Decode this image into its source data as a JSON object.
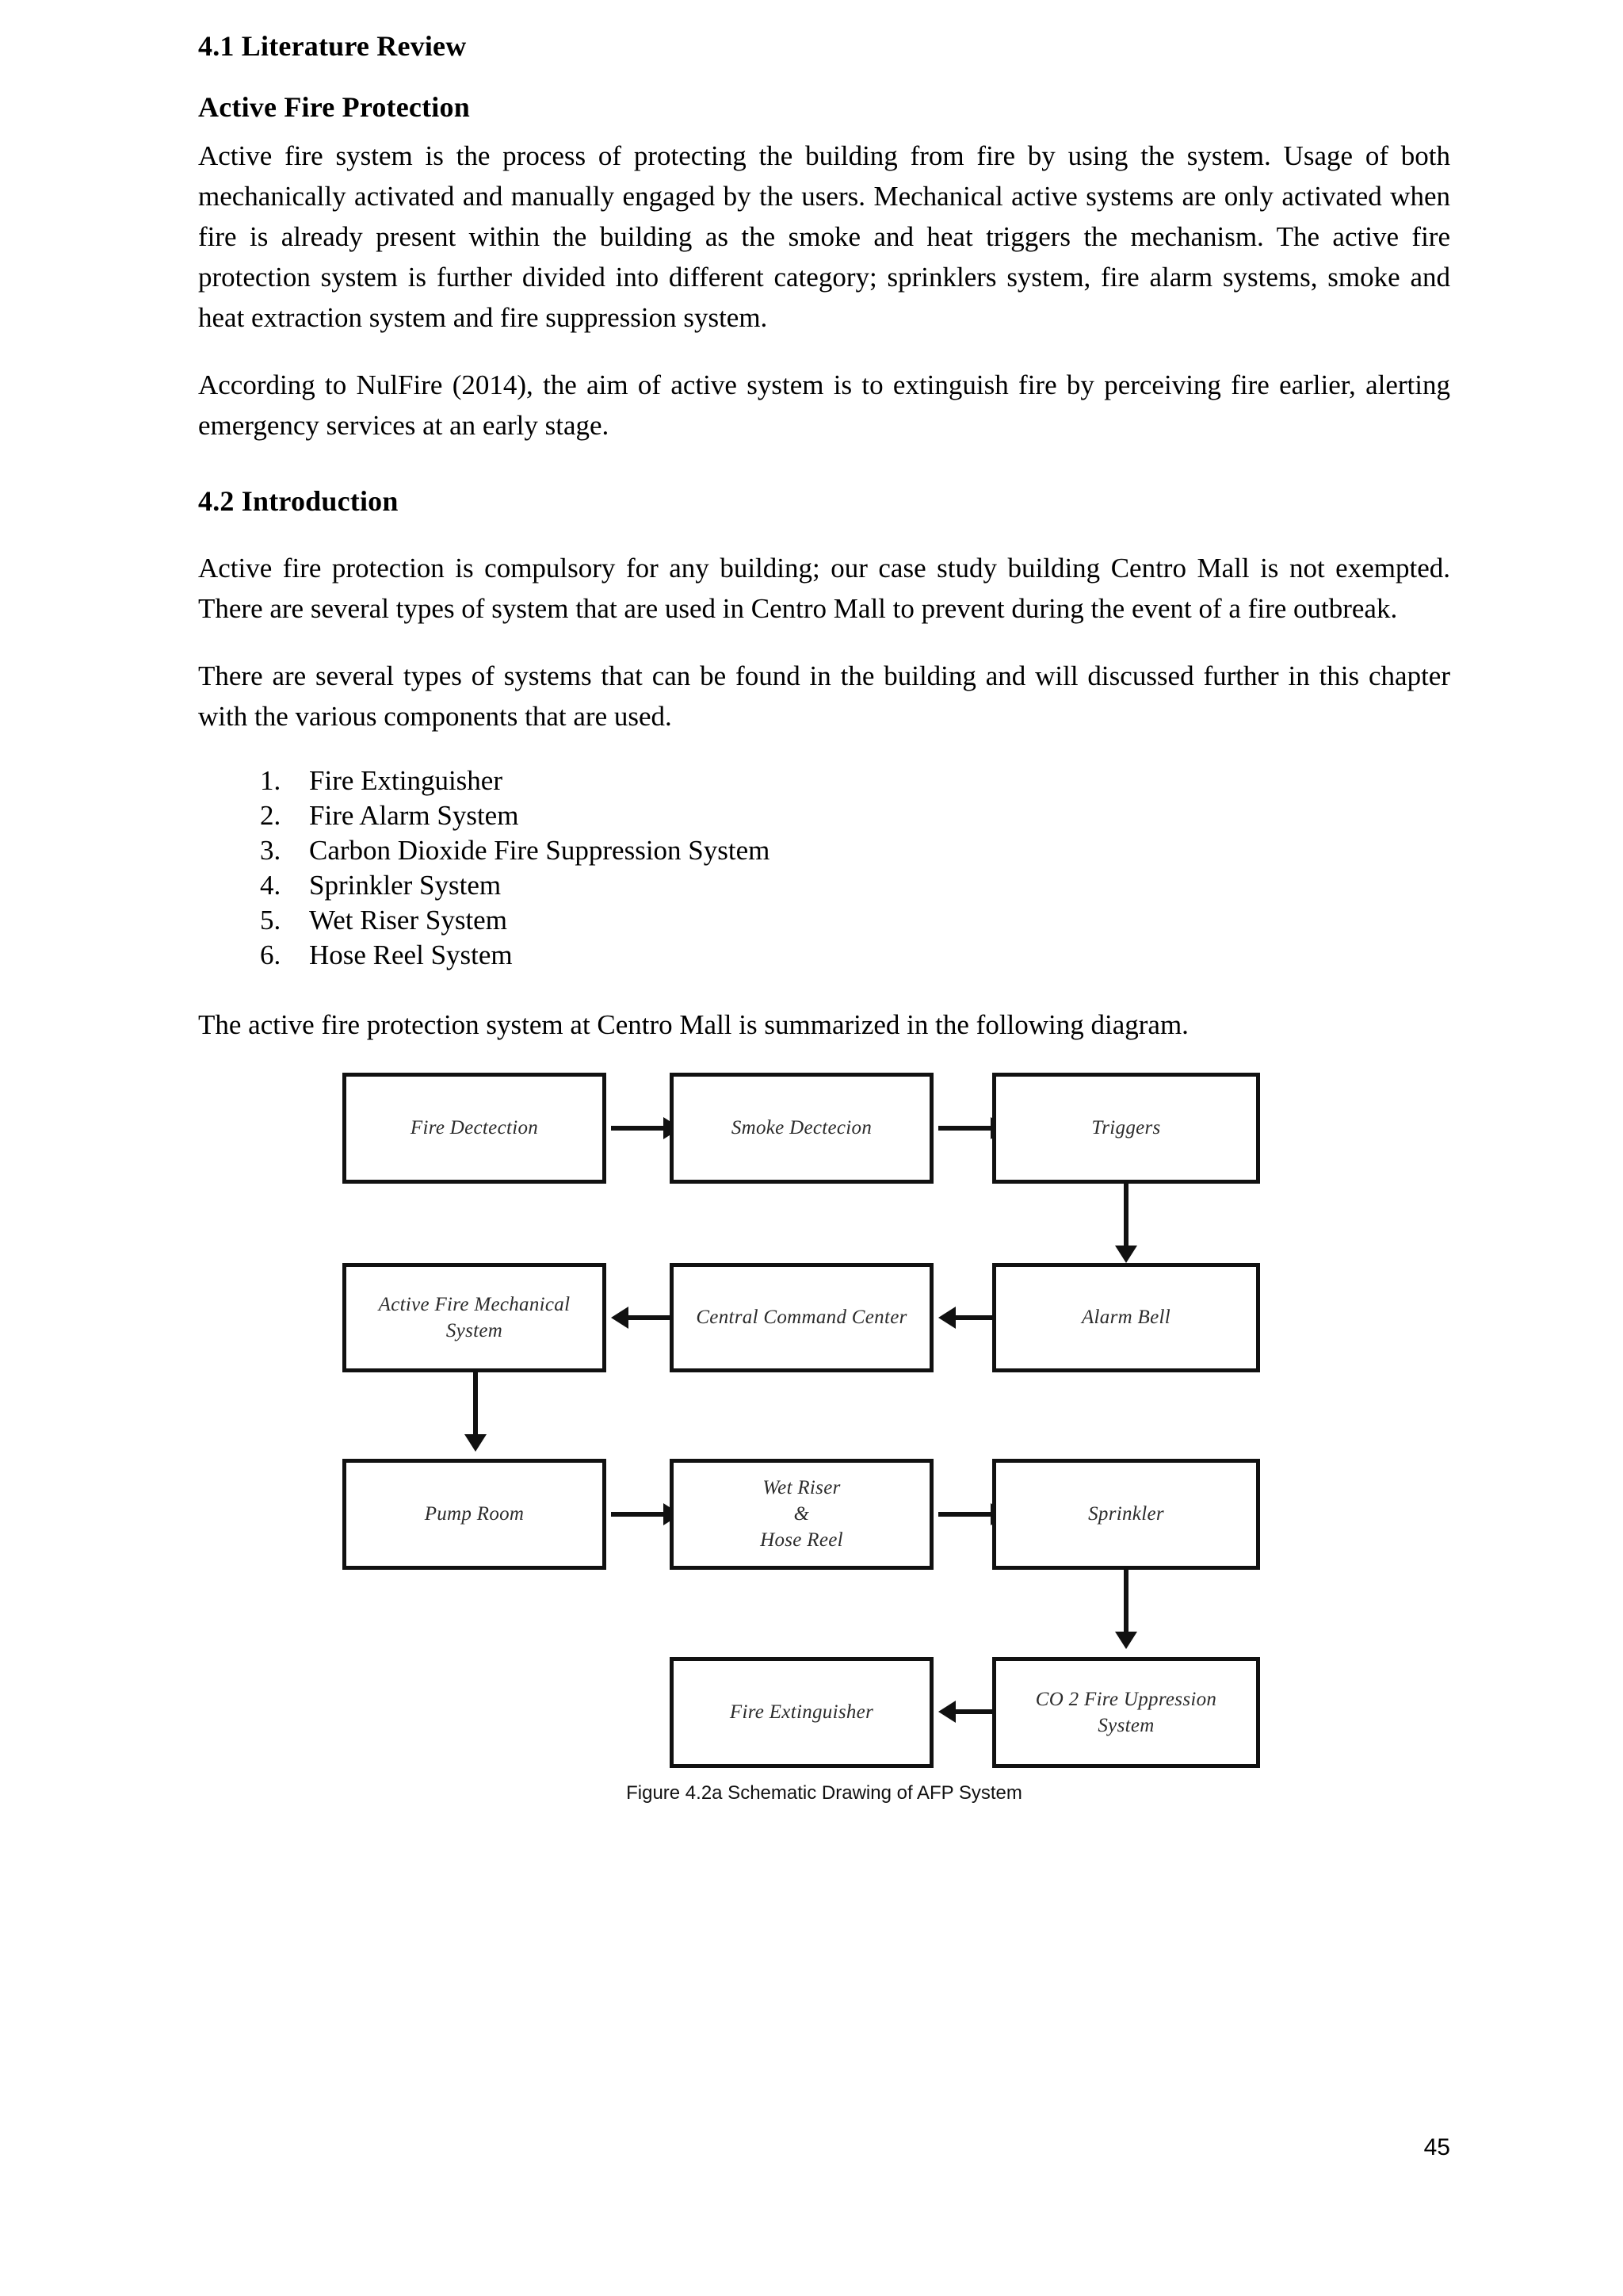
{
  "document": {
    "page_number": "45",
    "sections": {
      "literature_review": {
        "heading": "4.1 Literature Review",
        "subheading": "Active Fire Protection",
        "paragraphs": [
          "Active fire system is the process of protecting the building from fire by using the system. Usage of both mechanically activated and manually engaged by the users. Mechanical active systems are only activated when fire is already present within the building as the smoke and heat triggers the mechanism. The active fire protection system is further divided into different category; sprinklers system, fire alarm systems, smoke and heat extraction system and fire suppression system.",
          "According to NulFire (2014), the aim of active system is to extinguish fire by perceiving fire earlier, alerting emergency services at an early stage."
        ]
      },
      "introduction": {
        "heading": "4.2 Introduction",
        "paragraphs": [
          "Active fire protection is compulsory for any building; our case study building Centro Mall is not exempted. There are several types of system that are used in Centro Mall to prevent during the event of a fire outbreak.",
          "There are several types of systems that can be found in the building and will discussed further in this chapter with the various components that are used."
        ],
        "list": [
          {
            "num": "1.",
            "label": "Fire Extinguisher"
          },
          {
            "num": "2.",
            "label": "Fire Alarm System"
          },
          {
            "num": "3.",
            "label": "Carbon Dioxide Fire Suppression System"
          },
          {
            "num": "4.",
            "label": "Sprinkler System"
          },
          {
            "num": "5.",
            "label": "Wet Riser System"
          },
          {
            "num": "6.",
            "label": "Hose Reel System"
          }
        ],
        "lead_in": "The active fire protection system at Centro Mall is summarized in the following diagram."
      }
    },
    "figure": {
      "caption": "Figure 4.2a Schematic Drawing of AFP System",
      "nodes": {
        "fire_detection": "Fire Dectection",
        "smoke_detection": "Smoke Dectecion",
        "triggers": "Triggers",
        "active_fire_mechanical_system": "Active Fire Mechanical System",
        "central_command_center": "Central Command Center",
        "alarm_bell": "Alarm Bell",
        "pump_room": "Pump Room",
        "wet_riser_hose_reel_line1": "Wet Riser",
        "wet_riser_hose_reel_line2": "&",
        "wet_riser_hose_reel_line3": "Hose Reel",
        "sprinkler": "Sprinkler",
        "fire_extinguisher": "Fire Extinguisher",
        "co2_fire_suppression_line1": "CO 2 Fire Uppression",
        "co2_fire_suppression_line2": "System"
      }
    }
  },
  "colors": {
    "text": "#000000",
    "box_border": "#111111",
    "box_text": "#2b2b2b",
    "page_background": "#ffffff"
  }
}
